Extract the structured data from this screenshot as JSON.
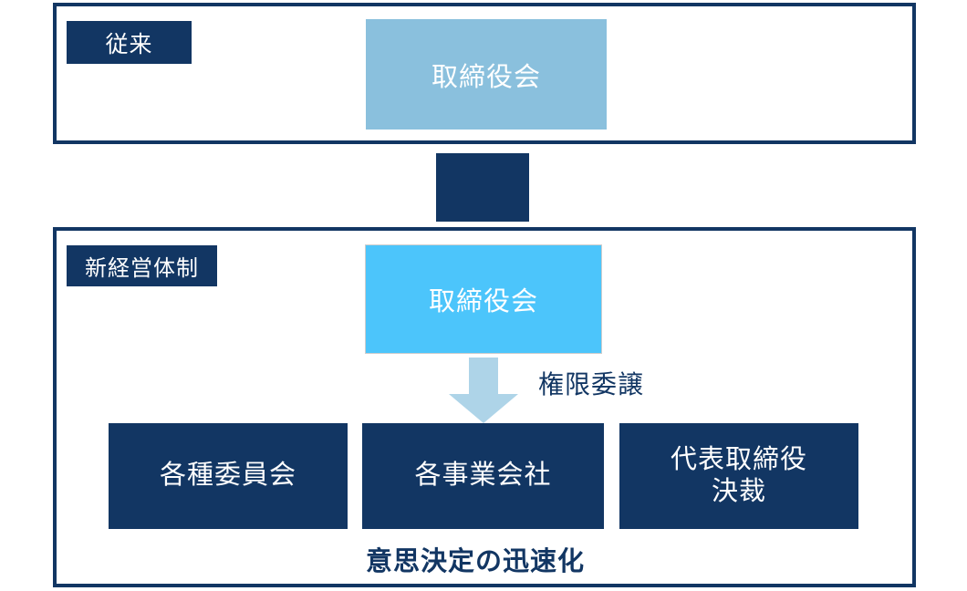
{
  "diagram": {
    "colors": {
      "navy": "#123663",
      "light_blue": "#8AC0DD",
      "bright_blue": "#4CC5FB",
      "arrow_blue": "#AED4E8",
      "white": "#FFFFFF"
    },
    "sections": [
      {
        "id": "legacy",
        "tag_label": "従来",
        "nodes": [
          {
            "id": "board-legacy",
            "label": "取締役会"
          }
        ]
      },
      {
        "id": "new",
        "tag_label": "新経営体制",
        "nodes": [
          {
            "id": "board-new",
            "label": "取締役会"
          },
          {
            "id": "committees",
            "label": "各種委員会"
          },
          {
            "id": "operating",
            "label": "各事業会社"
          },
          {
            "id": "ceo-line1",
            "label": "代表取締役"
          },
          {
            "id": "ceo-line2",
            "label": "決裁"
          }
        ],
        "arrow_label": "権限委譲",
        "caption": "意思決定の迅速化"
      }
    ]
  }
}
